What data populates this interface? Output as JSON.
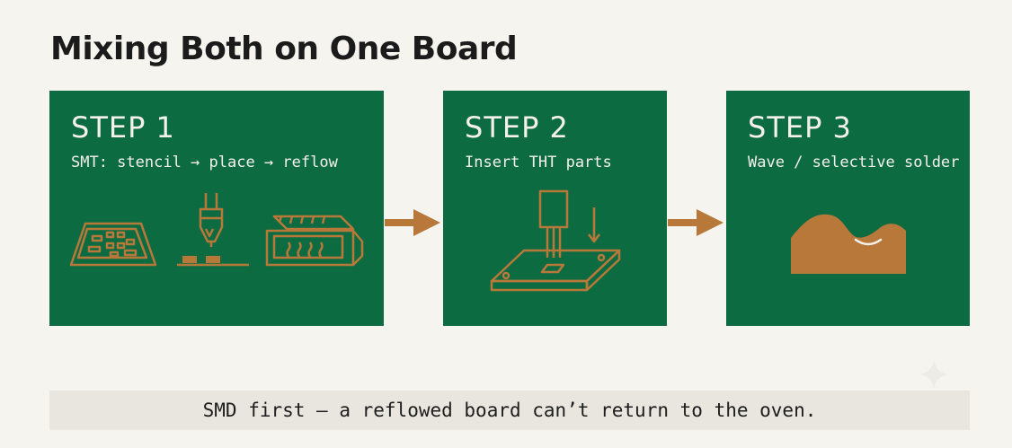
{
  "title": "Mixing Both on One Board",
  "steps": [
    {
      "title": "STEP 1",
      "subtitle": "SMT: stencil → place → reflow",
      "icons": [
        "stencil-board-icon",
        "pick-and-place-nozzle-icon",
        "reflow-oven-icon"
      ]
    },
    {
      "title": "STEP 2",
      "subtitle": "Insert THT parts",
      "icons": [
        "tht-insertion-icon"
      ]
    },
    {
      "title": "STEP 3",
      "subtitle": "Wave / selective solder",
      "icons": [
        "solder-wave-icon"
      ]
    }
  ],
  "note": "SMD first — a reflowed board can’t return to the oven.",
  "colors": {
    "card": "#0d6b42",
    "accent": "#b8783a",
    "background": "#f6f4ef",
    "note_bar": "#e8e6de"
  }
}
